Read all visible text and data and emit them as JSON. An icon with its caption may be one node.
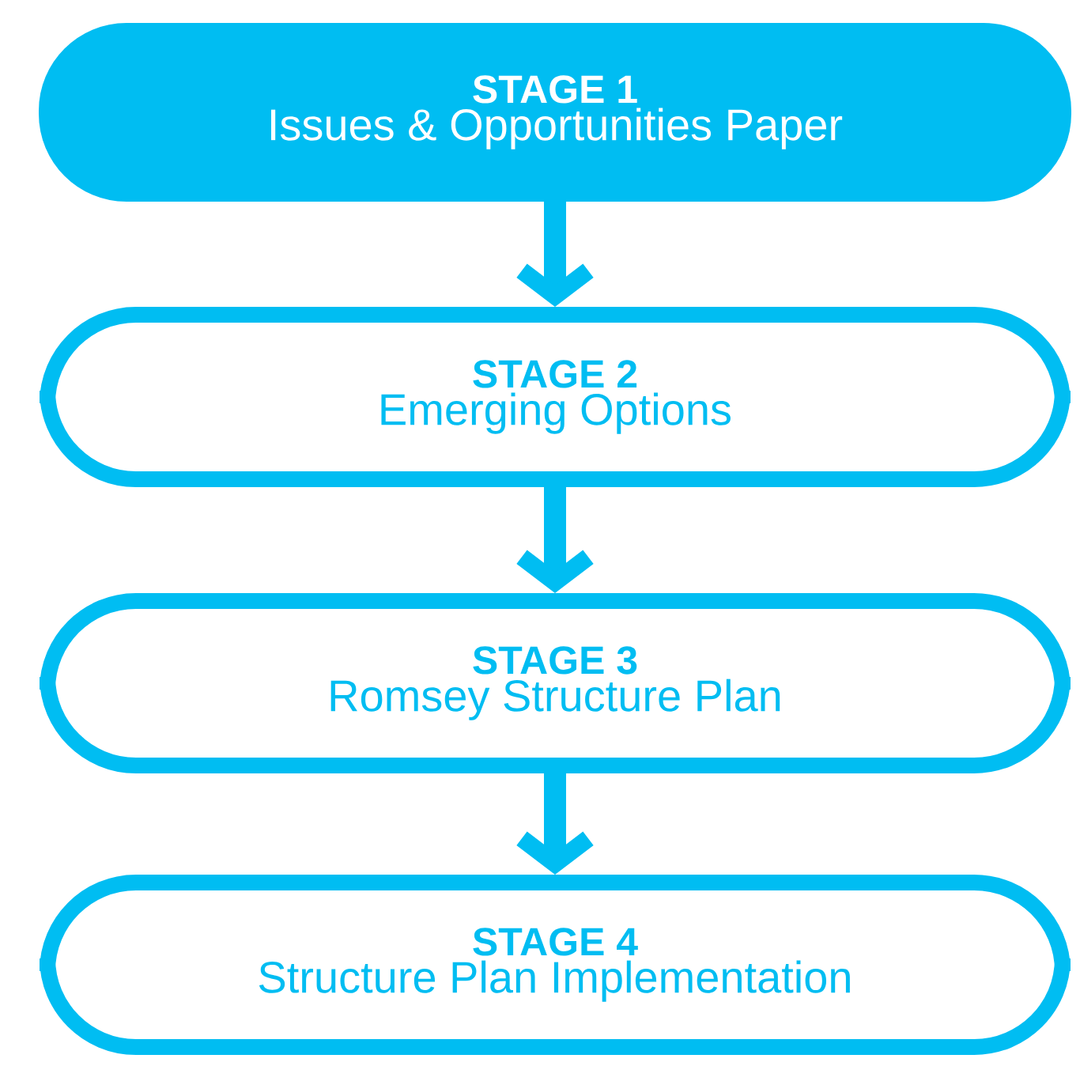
{
  "diagram": {
    "nodes": [
      {
        "text": [
          "STAGE 1",
          "Issues & Opportunities Paper"
        ]
      },
      {
        "text": [
          "STAGE 2",
          "Emerging Options"
        ]
      },
      {
        "text": [
          "STAGE 3",
          "Romsey Structure Plan"
        ]
      },
      {
        "text": [
          "STAGE 4",
          "Structure Plan Implementation"
        ]
      }
    ],
    "edges": [
      {
        "from": 0,
        "to": 1,
        "arrow": "to"
      },
      {
        "from": 1,
        "to": 2,
        "arrow": "to"
      },
      {
        "from": 2,
        "to": 3,
        "arrow": "to"
      }
    ]
  }
}
